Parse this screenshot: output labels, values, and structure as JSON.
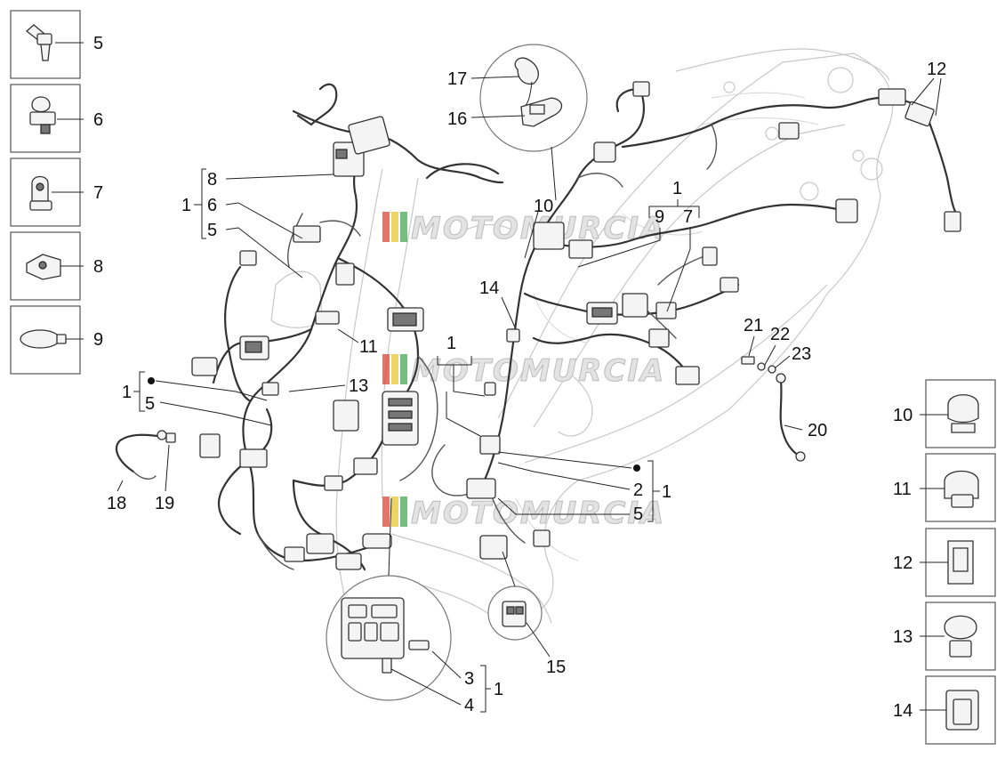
{
  "watermark": {
    "text": "MOTOMURCIA"
  },
  "legend_left": [
    {
      "id": "5",
      "icon": "clip-icon"
    },
    {
      "id": "6",
      "icon": "clamp-icon"
    },
    {
      "id": "7",
      "icon": "bracket-clip-icon"
    },
    {
      "id": "8",
      "icon": "connector-holder-icon"
    },
    {
      "id": "9",
      "icon": "cable-tie-icon"
    }
  ],
  "legend_right": [
    {
      "id": "10",
      "icon": "spring-clip-icon"
    },
    {
      "id": "11",
      "icon": "cable-clamp-icon"
    },
    {
      "id": "12",
      "icon": "plate-clip-icon"
    },
    {
      "id": "13",
      "icon": "loop-clamp-icon"
    },
    {
      "id": "14",
      "icon": "bracket-holder-icon"
    }
  ],
  "callouts": {
    "c1_a": "1",
    "c8": "8",
    "c6": "6",
    "c5_a": "5",
    "c1_b": "1",
    "c5_b": "5",
    "c11": "11",
    "c13": "13",
    "c1_c": "1",
    "c18": "18",
    "c19": "19",
    "c17": "17",
    "c16": "16",
    "c10": "10",
    "c1_d": "1",
    "c9": "9",
    "c7": "7",
    "c14": "14",
    "c12": "12",
    "c21": "21",
    "c22": "22",
    "c23": "23",
    "c20": "20",
    "c2": "2",
    "c1_e": "1",
    "c5_c": "5",
    "c15": "15",
    "c3": "3",
    "c4": "4",
    "c1_f": "1"
  },
  "colors": {
    "accent_red": "#d73a2c",
    "accent_green": "#3aa34a",
    "accent_yellow": "#e6c31e"
  }
}
